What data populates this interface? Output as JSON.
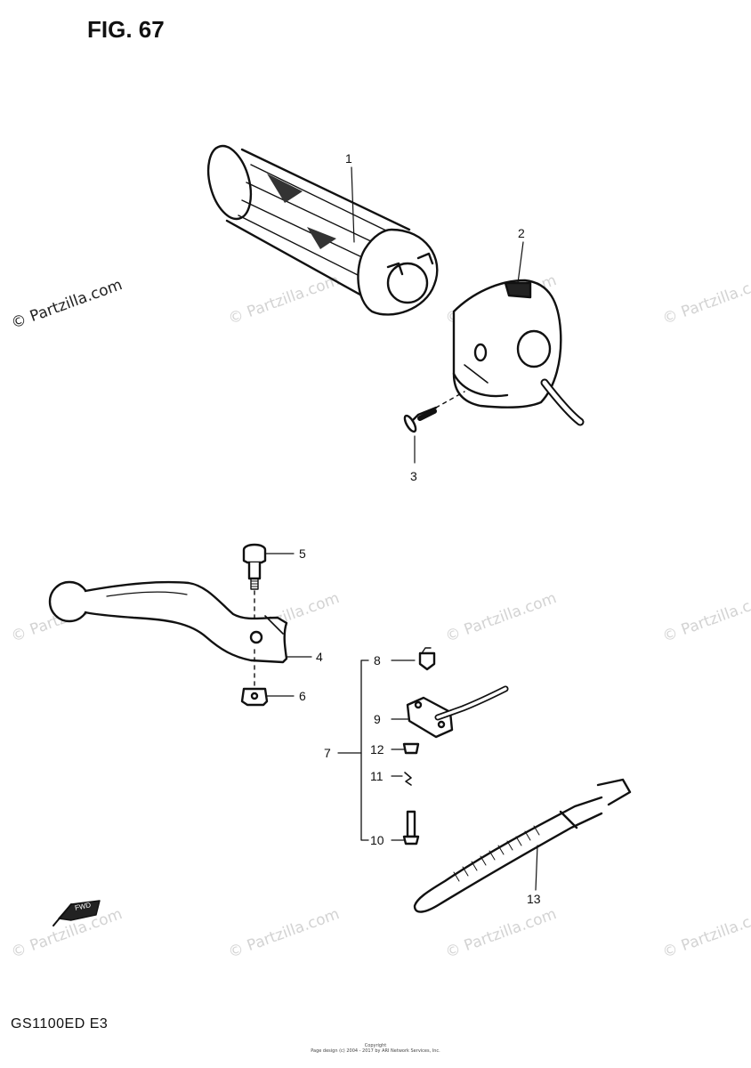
{
  "figure": {
    "title": "FIG. 67",
    "model": "GS1100ED  E3",
    "copyright_line1": "Copyright",
    "copyright_line2": "Page design (c) 2004 - 2017 by ARI Network Services, Inc.",
    "fwd_label": "FWD"
  },
  "watermark": "© Partzilla.com",
  "parts": [
    {
      "no": "1",
      "name": "grip"
    },
    {
      "no": "2",
      "name": "switch-housing"
    },
    {
      "no": "3",
      "name": "screw"
    },
    {
      "no": "4",
      "name": "lever"
    },
    {
      "no": "5",
      "name": "bolt"
    },
    {
      "no": "6",
      "name": "nut"
    },
    {
      "no": "7",
      "name": "switch-assembly"
    },
    {
      "no": "8",
      "name": "screw"
    },
    {
      "no": "9",
      "name": "switch"
    },
    {
      "no": "10",
      "name": "screw"
    },
    {
      "no": "11",
      "name": "washer"
    },
    {
      "no": "12",
      "name": "nut"
    },
    {
      "no": "13",
      "name": "clamp-band"
    }
  ]
}
